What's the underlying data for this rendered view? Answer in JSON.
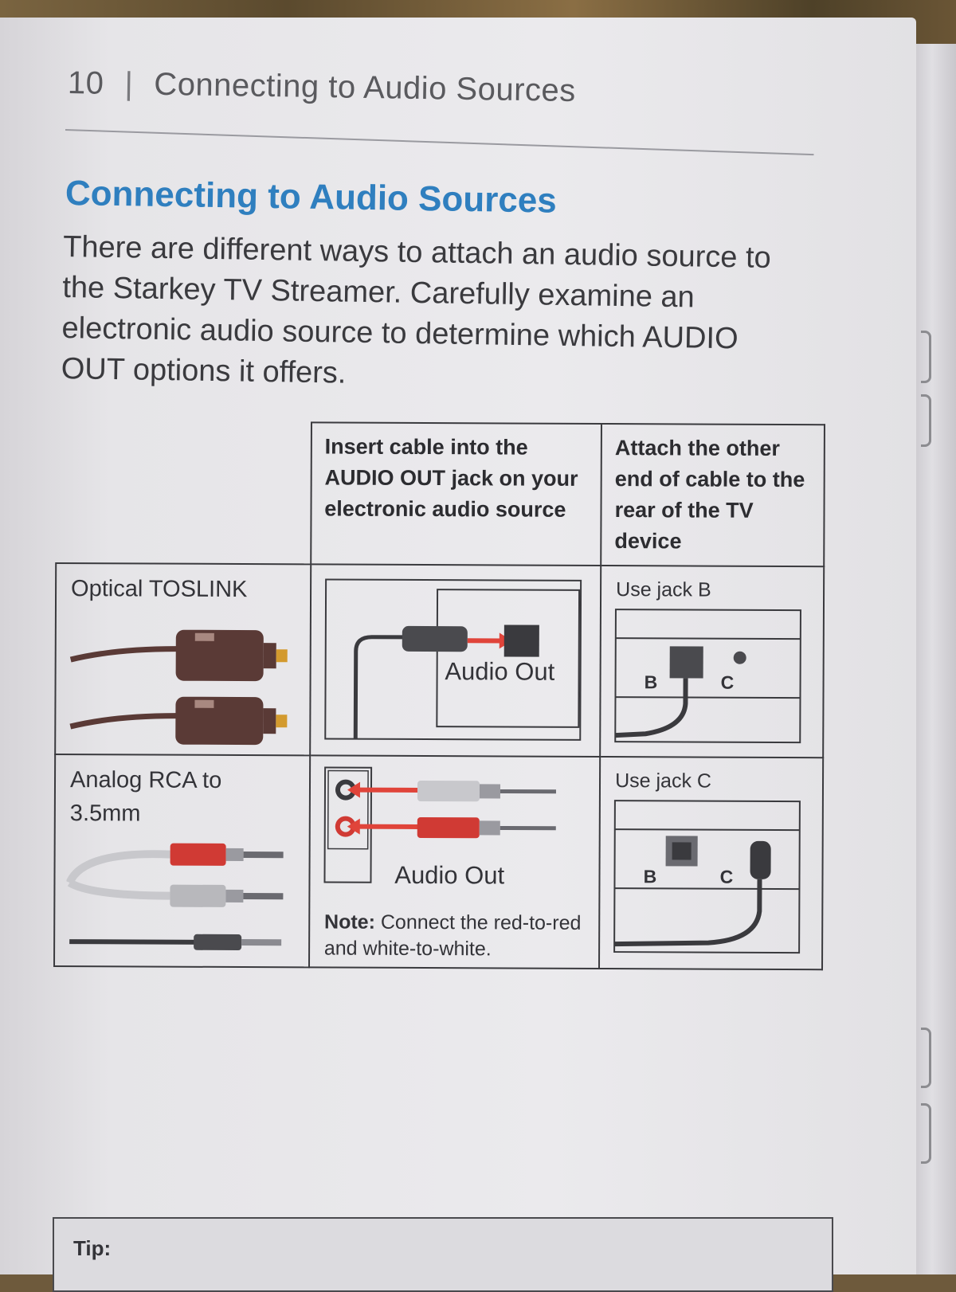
{
  "header": {
    "page_number": "10",
    "separator": "|",
    "running_title": "Connecting to Audio Sources"
  },
  "section": {
    "title": "Connecting to Audio Sources",
    "intro": "There are different ways to attach an audio source to the Starkey TV Streamer. Carefully examine an electronic audio source to determine which AUDIO OUT options it offers."
  },
  "table": {
    "headers": [
      "",
      "Insert cable into the AUDIO OUT jack on your electronic audio source",
      "Attach the other end of cable to the rear of the TV device"
    ],
    "rows": [
      {
        "cable": "Optical TOSLINK",
        "audio_out_label": "Audio Out",
        "jack_instruction": "Use jack B",
        "jack_b": "B",
        "jack_c": "C"
      },
      {
        "cable": "Analog RCA to 3.5mm",
        "audio_out_label": "Audio Out",
        "note_label": "Note:",
        "note_text": "Connect the red-to-red and white-to-white.",
        "jack_instruction": "Use jack C",
        "jack_b": "B",
        "jack_c": "C"
      }
    ]
  },
  "tip": {
    "label": "Tip:"
  },
  "colors": {
    "title_blue": "#2f7fbf",
    "arrow_red": "#e0443a",
    "cable_brown": "#5a3a36",
    "rca_red": "#d03a34"
  }
}
